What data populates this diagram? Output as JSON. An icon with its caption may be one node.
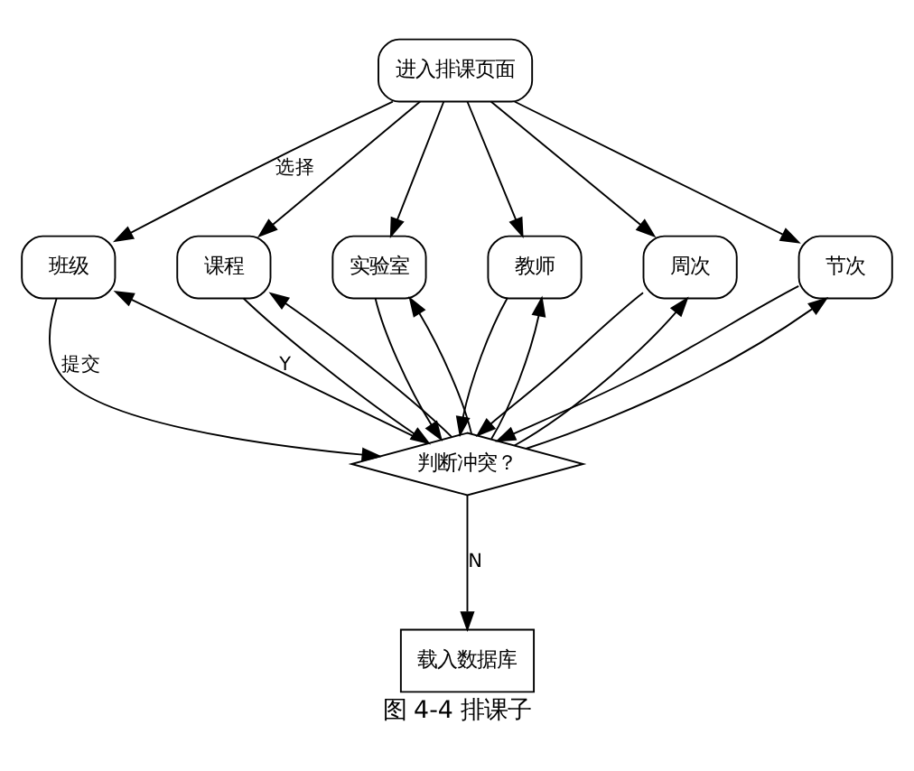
{
  "diagram": {
    "caption": "图 4-4 排课子",
    "nodes": [
      {
        "text": [
          "进入排课页面"
        ]
      },
      {
        "text": [
          "班级"
        ]
      },
      {
        "text": [
          "课程"
        ]
      },
      {
        "text": [
          "实验室"
        ]
      },
      {
        "text": [
          "教师"
        ]
      },
      {
        "text": [
          "周次"
        ]
      },
      {
        "text": [
          "节次"
        ]
      },
      {
        "text": [
          "判断冲突？"
        ]
      },
      {
        "text": [
          "载入数据库"
        ]
      }
    ],
    "edges": [
      {
        "from": 0,
        "to": 1,
        "arrow": "to",
        "label": "选择"
      },
      {
        "from": 0,
        "to": 2,
        "arrow": "to"
      },
      {
        "from": 0,
        "to": 3,
        "arrow": "to"
      },
      {
        "from": 0,
        "to": 4,
        "arrow": "to"
      },
      {
        "from": 0,
        "to": 5,
        "arrow": "to"
      },
      {
        "from": 0,
        "to": 6,
        "arrow": "to"
      },
      {
        "from": 1,
        "to": 7,
        "arrow": "to",
        "label": "提交"
      },
      {
        "from": 2,
        "to": 7,
        "arrow": "to"
      },
      {
        "from": 3,
        "to": 7,
        "arrow": "to"
      },
      {
        "from": 4,
        "to": 7,
        "arrow": "to"
      },
      {
        "from": 5,
        "to": 7,
        "arrow": "to"
      },
      {
        "from": 6,
        "to": 7,
        "arrow": "to"
      },
      {
        "from": 7,
        "to": 1,
        "arrow": "to",
        "label": "Y"
      },
      {
        "from": 7,
        "to": 2,
        "arrow": "to"
      },
      {
        "from": 7,
        "to": 3,
        "arrow": "to"
      },
      {
        "from": 7,
        "to": 4,
        "arrow": "to"
      },
      {
        "from": 7,
        "to": 5,
        "arrow": "to"
      },
      {
        "from": 7,
        "to": 6,
        "arrow": "to"
      },
      {
        "from": 7,
        "to": 8,
        "arrow": "to",
        "label": "N"
      }
    ]
  }
}
